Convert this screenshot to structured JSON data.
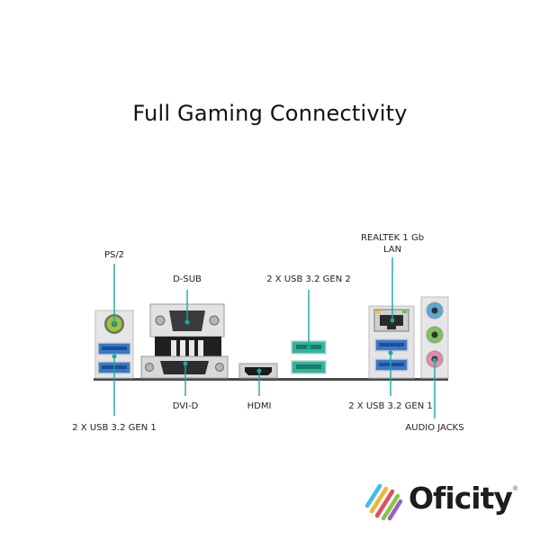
{
  "title": "Full Gaming Connectivity",
  "labels": {
    "ps2": "PS/2",
    "dsub": "D-SUB",
    "usb_gen2": "2 X USB 3.2 GEN 2",
    "lan_line1": "REALTEK 1 Gb",
    "lan_line2": "LAN",
    "usb_gen1_left": "2 X USB 3.2 GEN 1",
    "dvid": "DVI-D",
    "hdmi": "HDMI",
    "usb_gen1_right": "2 X USB 3.2 GEN 1",
    "audio": "AUDIO JACKS"
  },
  "logo": {
    "text": "Oficity",
    "registered": "®"
  },
  "colors": {
    "accent": "#19a8a0",
    "usb_blue": "#3277c7",
    "usb_teal": "#2bb39a",
    "ps2_green": "#8fbf2c",
    "audio_blue": "#5aa8d8",
    "audio_green": "#7cc35a",
    "audio_pink": "#e58aa8"
  }
}
